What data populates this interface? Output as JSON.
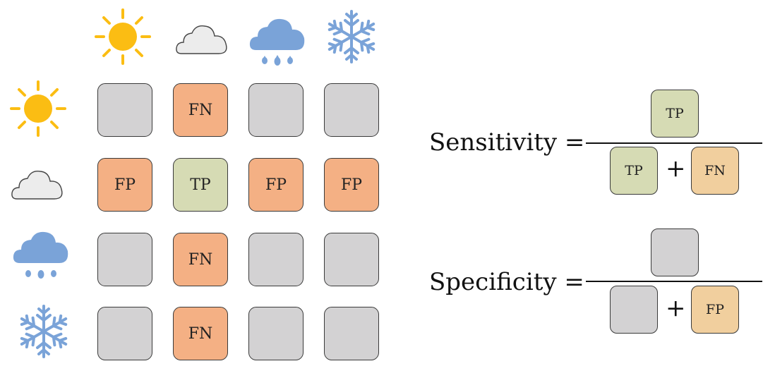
{
  "icons": {
    "columns": [
      "sun-icon",
      "cloud-icon",
      "rain-icon",
      "snow-icon"
    ],
    "rows": [
      "sun-icon",
      "cloud-icon",
      "rain-icon",
      "snow-icon"
    ]
  },
  "matrix": [
    [
      {
        "text": "",
        "color": "gray"
      },
      {
        "text": "FN",
        "color": "orange"
      },
      {
        "text": "",
        "color": "gray"
      },
      {
        "text": "",
        "color": "gray"
      }
    ],
    [
      {
        "text": "FP",
        "color": "orange"
      },
      {
        "text": "TP",
        "color": "green"
      },
      {
        "text": "FP",
        "color": "orange"
      },
      {
        "text": "FP",
        "color": "orange"
      }
    ],
    [
      {
        "text": "",
        "color": "gray"
      },
      {
        "text": "FN",
        "color": "orange"
      },
      {
        "text": "",
        "color": "gray"
      },
      {
        "text": "",
        "color": "gray"
      }
    ],
    [
      {
        "text": "",
        "color": "gray"
      },
      {
        "text": "FN",
        "color": "orange"
      },
      {
        "text": "",
        "color": "gray"
      },
      {
        "text": "",
        "color": "gray"
      }
    ]
  ],
  "colors": {
    "gray": "#d3d2d3",
    "orange": "#f4b084",
    "green": "#d6dbb4",
    "tan": "#f1cf9e",
    "sun": "#fbbd13",
    "rain": "#7aa3d8",
    "snow": "#7aa3d8"
  },
  "formulas": {
    "sensitivity": {
      "label": "Sensitivity =",
      "numerator": "TP",
      "denominator_left": "TP",
      "plus": "+",
      "denominator_right": "FN"
    },
    "specificity": {
      "label": "Specificity =",
      "numerator": "",
      "denominator_left": "",
      "plus": "+",
      "denominator_right": "FP"
    }
  }
}
